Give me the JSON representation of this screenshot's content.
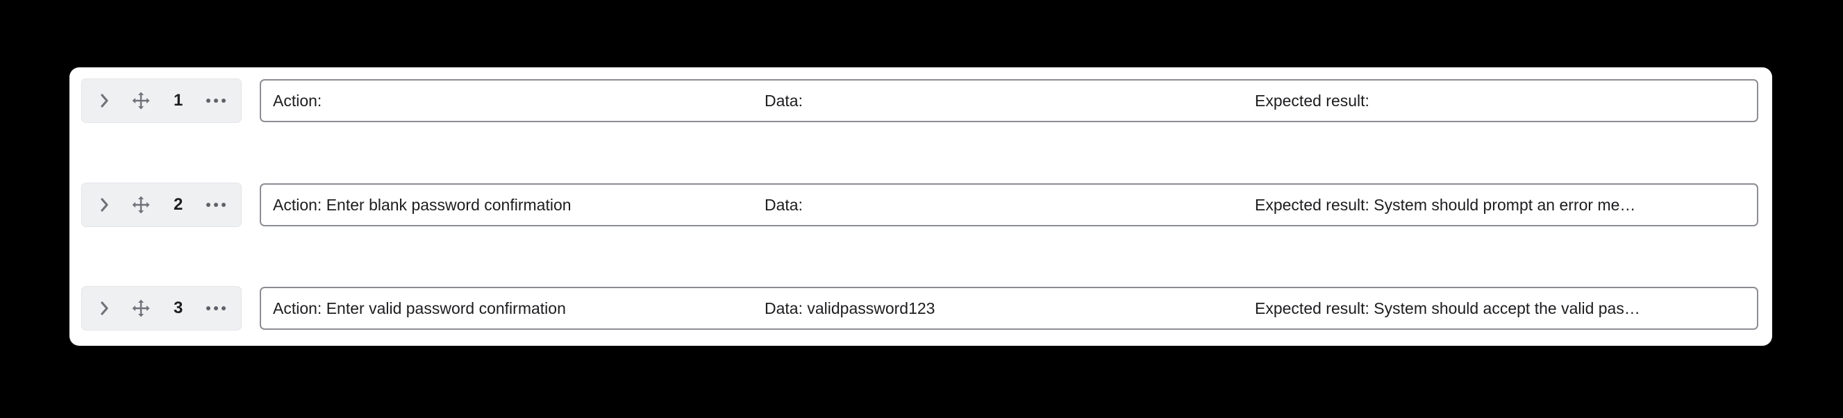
{
  "panel": {
    "background_color": "#ffffff",
    "page_background_color": "#000000"
  },
  "colors": {
    "handle_background": "#eff0f2",
    "field_border": "#8b8d93",
    "text": "#1d1d20",
    "icon": "#6f7278"
  },
  "icons": {
    "expand": "chevron-right-icon",
    "move": "move-arrows-icon",
    "menu": "ellipsis-icon"
  },
  "steps": [
    {
      "number": "1",
      "action": "Action:",
      "data": "Data:",
      "expected": "Expected result:"
    },
    {
      "number": "2",
      "action": "Action: Enter blank password confirmation",
      "data": "Data:",
      "expected": "Expected result: System should prompt an error me…"
    },
    {
      "number": "3",
      "action": "Action: Enter valid password confirmation",
      "data": "Data: validpassword123",
      "expected": "Expected result: System should accept the valid pas…"
    }
  ]
}
